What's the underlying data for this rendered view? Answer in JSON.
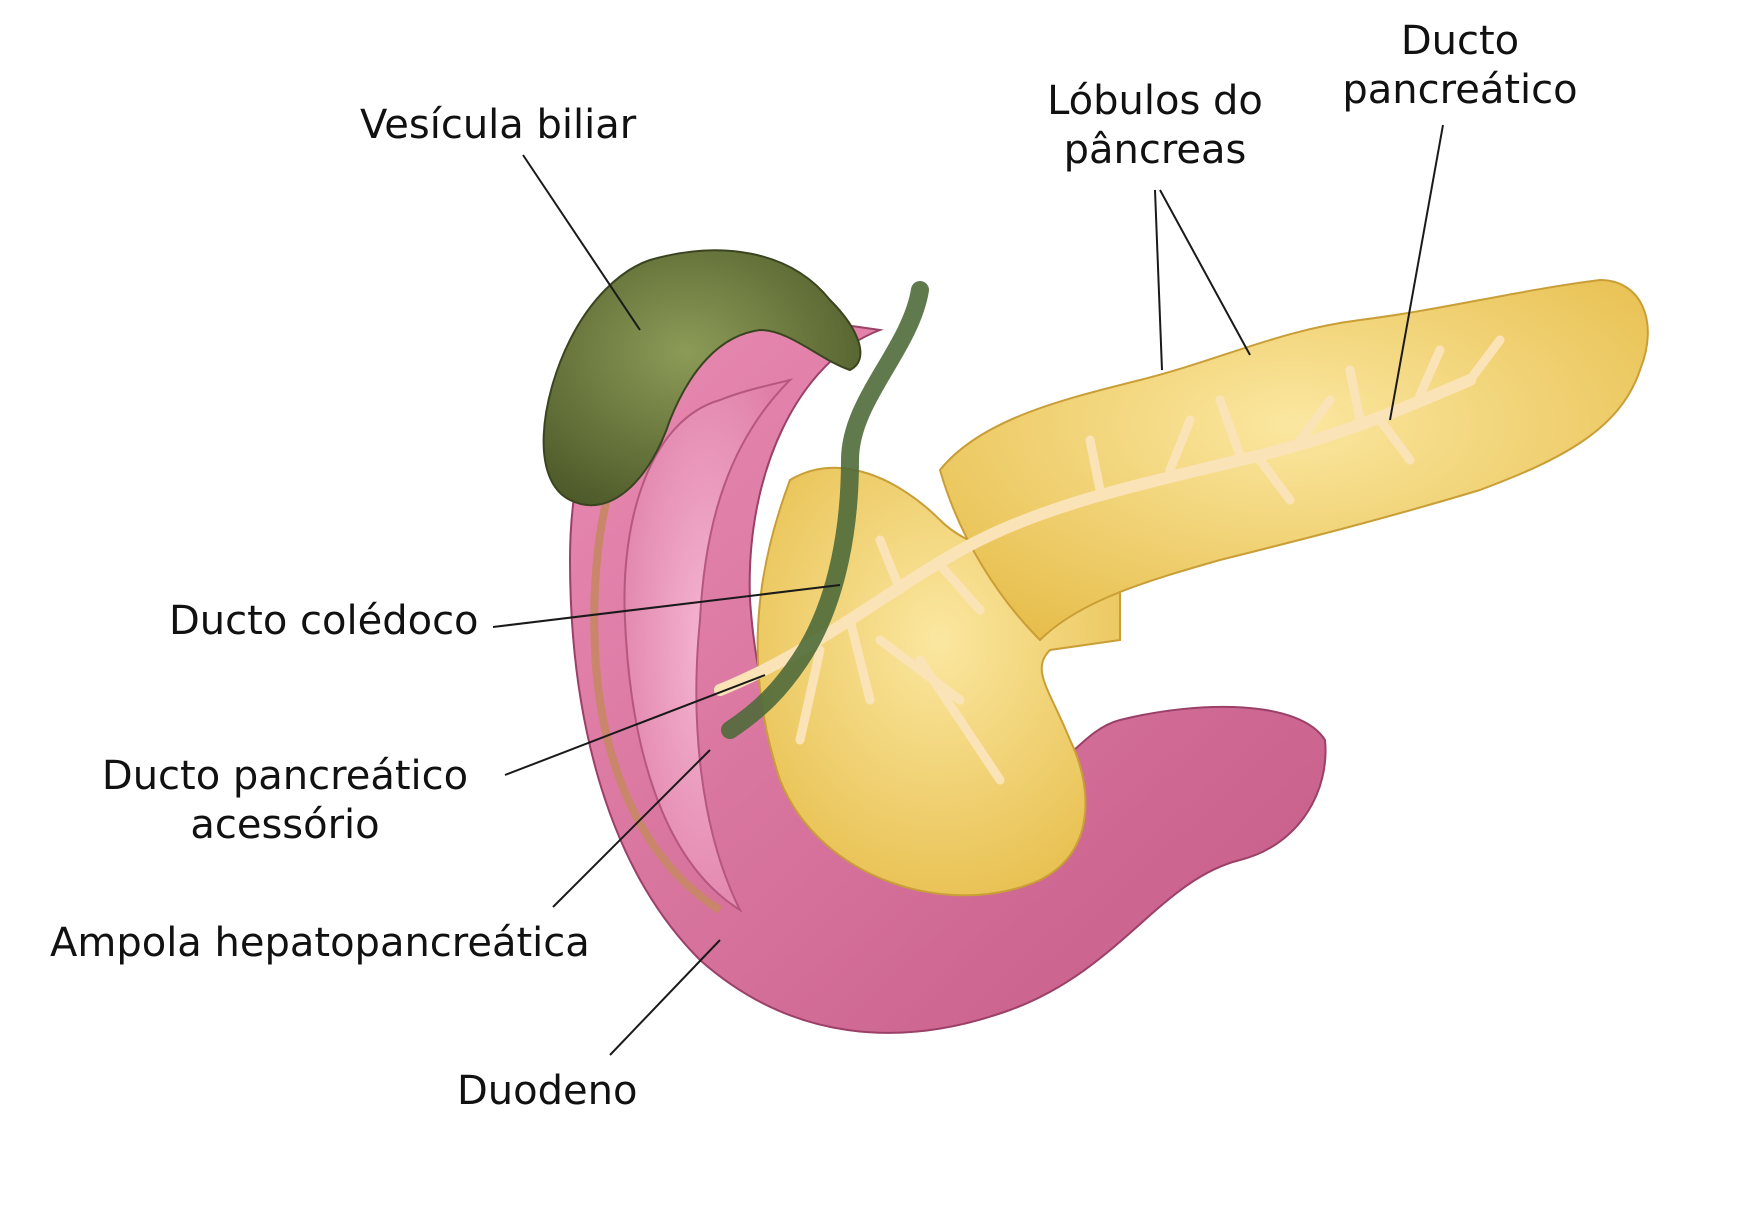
{
  "labels": {
    "gallbladder": "Vesícula biliar",
    "lobules": [
      "Lóbulos do",
      "pâncreas"
    ],
    "pancreatic_duct": [
      "Ducto",
      "pancreático"
    ],
    "common_bile_duct": "Ducto colédoco",
    "accessory_duct": [
      "Ducto pancreático",
      "acessório"
    ],
    "ampulla": "Ampola hepatopancreática",
    "duodenum": "Duodeno"
  },
  "colors": {
    "gallbladder": "#6b7a3e",
    "duodenum": "#d9739c",
    "duodenum_inner": "#ee9cc0",
    "pancreas": "#f3d46a",
    "duct": "#fbe3b8",
    "leader": "#1a1a1a"
  }
}
